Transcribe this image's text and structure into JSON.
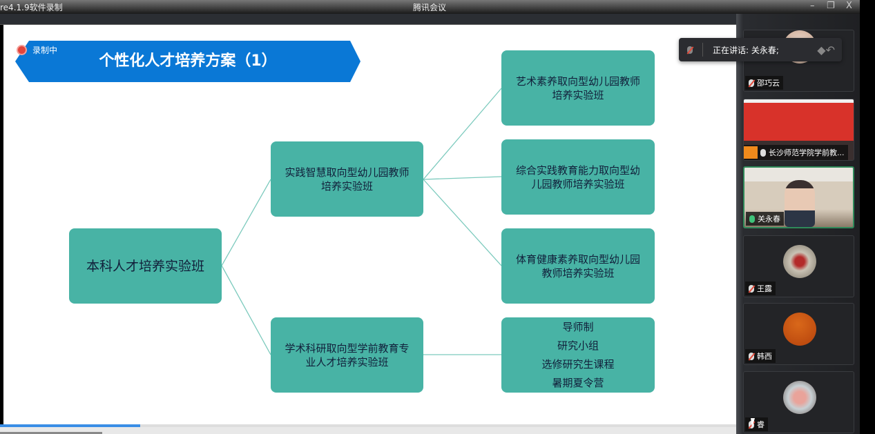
{
  "window": {
    "title_left": "re4.1.9软件录制",
    "title_center": "腾讯会议",
    "minimize": "–",
    "restore": "❐",
    "close": "X"
  },
  "slide": {
    "recording_label": "录制中",
    "title": "个性化人才培养方案（1）",
    "root": "本科人才培养实验班",
    "mid": [
      {
        "lines": [
          "实践智慧取向型幼儿园教师",
          "培养实验班"
        ]
      },
      {
        "lines": [
          "学术科研取向型学前教育专",
          "业人才培养实验班"
        ]
      }
    ],
    "right": [
      {
        "lines": [
          "艺术素养取向型幼儿园教师",
          "培养实验班"
        ]
      },
      {
        "lines": [
          "综合实践教育能力取向型幼",
          "儿园教师培养实验班"
        ]
      },
      {
        "lines": [
          "体育健康素养取向型幼儿园",
          "教师培养实验班"
        ]
      }
    ],
    "list": [
      "导师制",
      "研究小组",
      "选修研究生课程",
      "暑期夏令营"
    ],
    "box_color": "#48b3a5",
    "banner_color": "#0a78d6"
  },
  "toast": {
    "text": "正在讲话: 关永春;"
  },
  "participants": [
    {
      "name": "邵巧云",
      "mic": "muted"
    },
    {
      "name": "长沙师范学院学前教...",
      "mic": "on"
    },
    {
      "name": "关永春",
      "mic": "speaking"
    },
    {
      "name": "王露",
      "mic": "muted"
    },
    {
      "name": "韩西",
      "mic": "muted"
    },
    {
      "name": "睿",
      "mic": "muted"
    }
  ],
  "playback_progress": 0.19
}
